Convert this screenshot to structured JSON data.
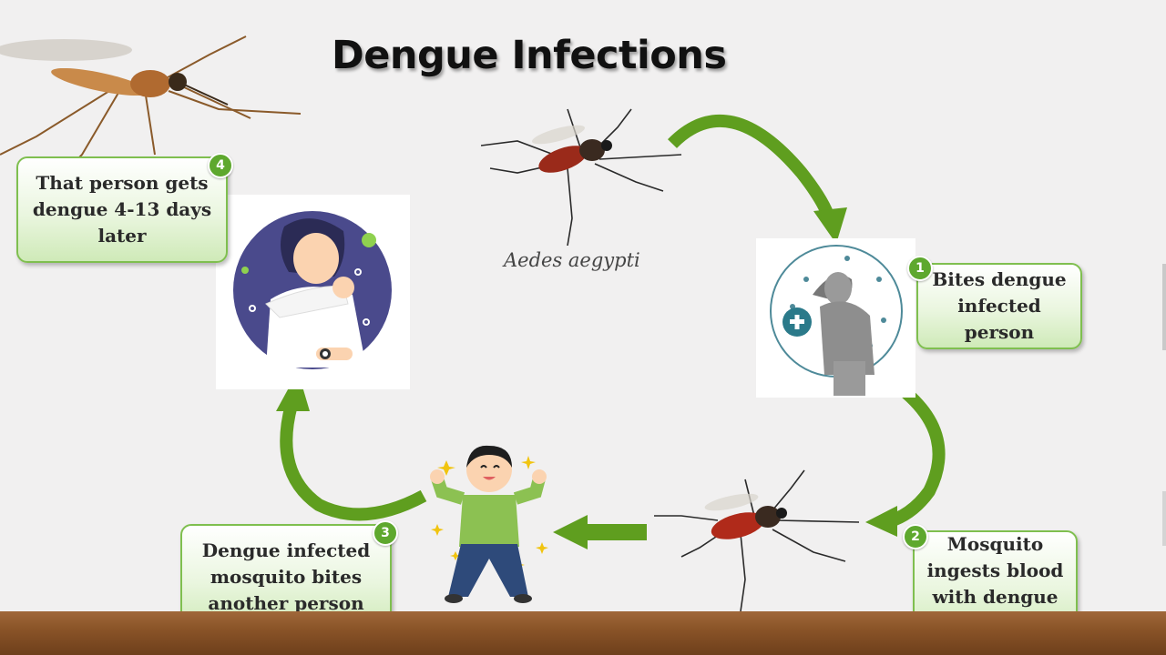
{
  "title": "Dengue Infections",
  "species_caption": "Aedes aegypti",
  "steps": [
    {
      "number": "1",
      "text": "Bites dengue infected person"
    },
    {
      "number": "2",
      "text": "Mosquito ingests blood with dengue virus"
    },
    {
      "number": "3",
      "text": "Dengue infected mosquito bites another person"
    },
    {
      "number": "4",
      "text": "That person gets dengue 4-13 days later"
    }
  ],
  "colors": {
    "arrow": "#5f9e1f",
    "card_border": "#7fbf4f",
    "badge": "#5ea82e",
    "floor": "#8a5428"
  },
  "icons": [
    "mosquito-icon",
    "sick-person-icon",
    "coughing-person-icon",
    "happy-person-icon",
    "plus-icon",
    "virus-icon"
  ]
}
